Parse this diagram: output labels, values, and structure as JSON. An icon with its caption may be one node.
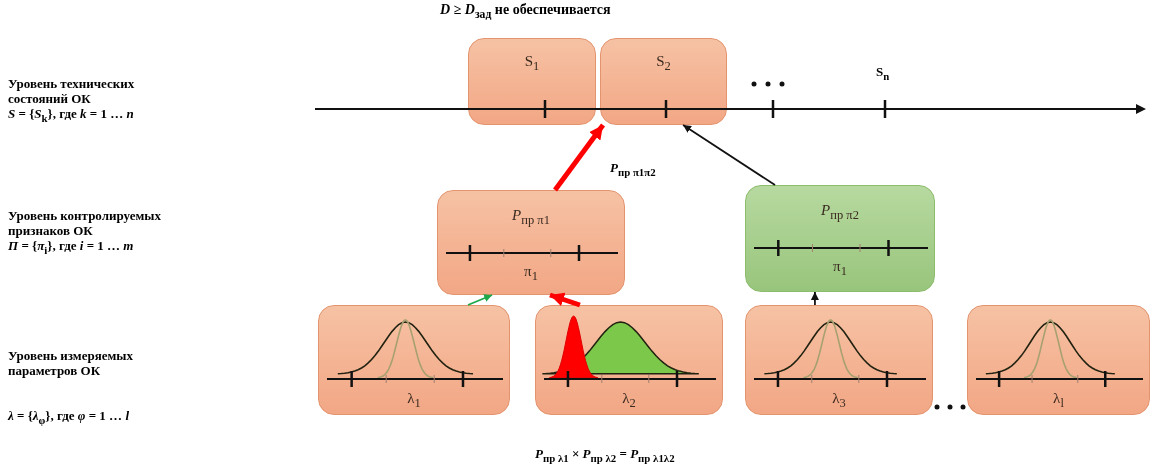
{
  "diagram": {
    "title": "*D* ≥ *D*$_{зад}$ не обеспечивается",
    "nodes": [
      {
        "text": [
          "S$_{1}$"
        ]
      },
      {
        "text": [
          "S$_{2}$"
        ]
      },
      {
        "text": [
          "*P*$_{пр π1}$",
          "π$_{1}$"
        ]
      },
      {
        "text": [
          "*P*$_{пр π2}$",
          "π$_{1}$"
        ]
      },
      {
        "text": [
          "λ$_{1}$"
        ]
      },
      {
        "text": [
          "λ$_{2}$"
        ]
      },
      {
        "text": [
          "λ$_{3}$"
        ]
      },
      {
        "text": [
          "λ$_{l}$"
        ]
      }
    ],
    "edges": [
      {
        "from": 2,
        "to": 1,
        "arrow": "to",
        "style": "thick",
        "color": "#ff0000"
      },
      {
        "from": 3,
        "to": 1,
        "arrow": "to",
        "color": "#111111"
      },
      {
        "from": 4,
        "to": 2,
        "arrow": "to",
        "color": "#1fa84a"
      },
      {
        "from": 5,
        "to": 2,
        "arrow": "to",
        "style": "thick",
        "color": "#ff0000"
      },
      {
        "from": 6,
        "to": 3,
        "arrow": "to",
        "color": "#111111"
      }
    ],
    "labels": [
      "Уровень технических состояний ОК",
      "*S* = {*S*$_{k}$}, где *k* = 1 … *n*",
      "S$_{n}$",
      "*P*$_{пр π1π2}$",
      "Уровень контролируемых признаков ОК",
      "*П* = {*π*$_{i}$}, где *i* = 1 … *m*",
      "Уровень измеряемых параметров ОК",
      "*λ* = {*λ*$_{φ}$}, где *φ* = 1 … *l*",
      "*P*$_{пр λ1}$ × *P*$_{пр λ2}$ = *P*$_{пр λ1λ2}$"
    ]
  }
}
